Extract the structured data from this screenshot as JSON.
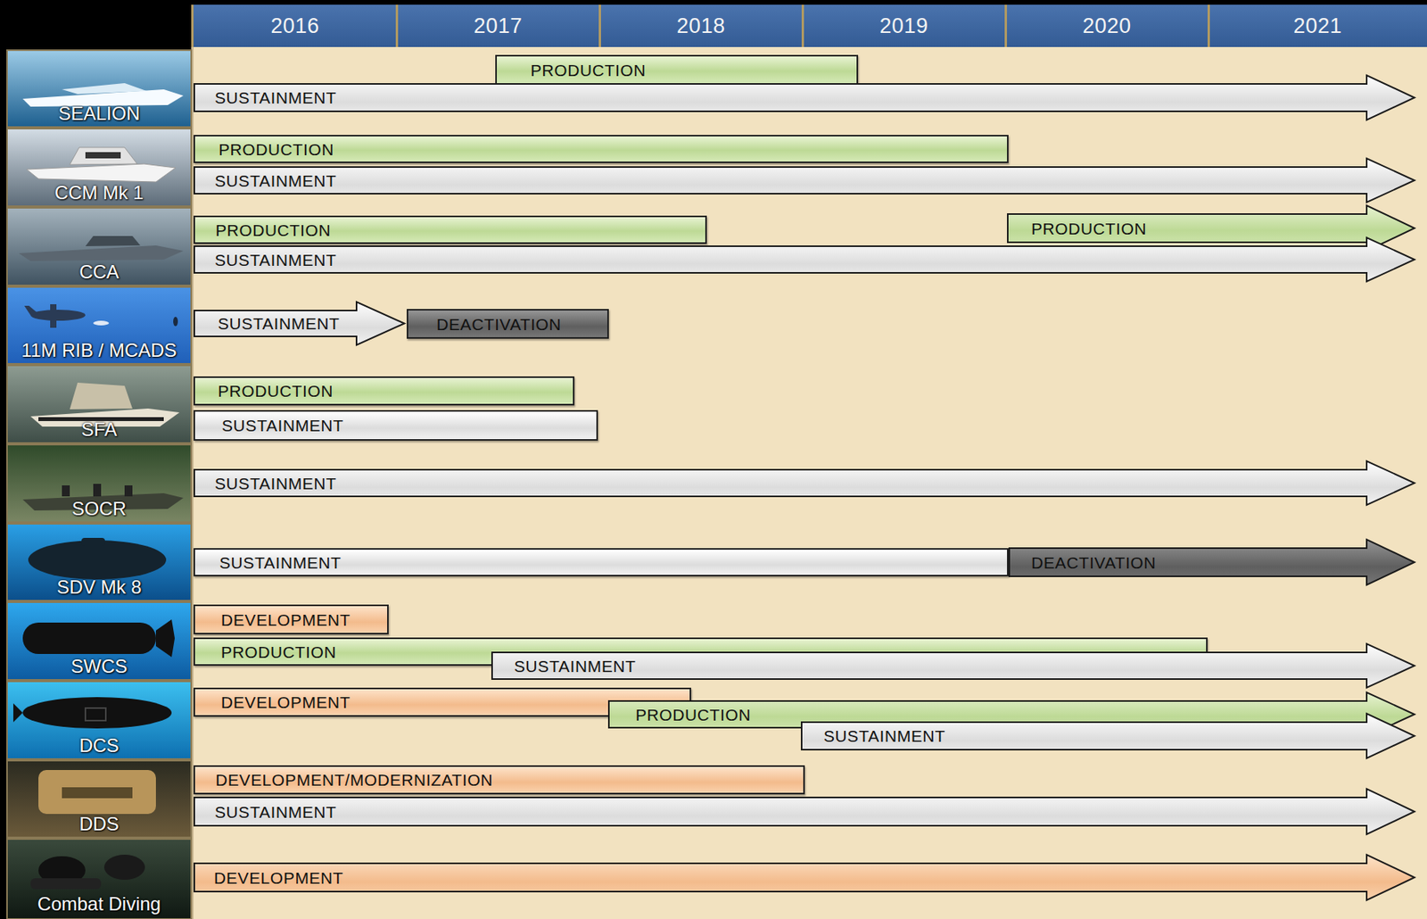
{
  "diagram": {
    "nodes": [
      {
        "text": [
          "PRODUCTION"
        ]
      },
      {
        "text": [
          "SUSTAINMENT"
        ]
      },
      {
        "text": [
          "PRODUCTION"
        ]
      },
      {
        "text": [
          "SUSTAINMENT"
        ]
      },
      {
        "text": [
          "PRODUCTION"
        ]
      },
      {
        "text": [
          "PRODUCTION"
        ]
      },
      {
        "text": [
          "SUSTAINMENT"
        ]
      },
      {
        "text": [
          "SUSTAINMENT"
        ]
      },
      {
        "text": [
          "DEACTIVATION"
        ]
      },
      {
        "text": [
          "PRODUCTION"
        ]
      },
      {
        "text": [
          "SUSTAINMENT"
        ]
      },
      {
        "text": [
          "SUSTAINMENT"
        ]
      },
      {
        "text": [
          "SUSTAINMENT"
        ]
      },
      {
        "text": [
          "DEACTIVATION"
        ]
      },
      {
        "text": [
          "DEVELOPMENT"
        ]
      },
      {
        "text": [
          "PRODUCTION"
        ]
      },
      {
        "text": [
          "SUSTAINMENT"
        ]
      },
      {
        "text": [
          "DEVELOPMENT"
        ]
      },
      {
        "text": [
          "PRODUCTION"
        ]
      },
      {
        "text": [
          "SUSTAINMENT"
        ]
      },
      {
        "text": [
          "DEVELOPMENT/MODERNIZATION"
        ]
      },
      {
        "text": [
          "SUSTAINMENT"
        ]
      },
      {
        "text": [
          "DEVELOPMENT"
        ]
      }
    ],
    "labels": [
      "2016",
      "2017",
      "2018",
      "2019",
      "2020",
      "2021",
      "SEALION",
      "CCM Mk 1",
      "CCA",
      "11M RIB / MCADS",
      "SFA",
      "SOCR",
      "SDV Mk 8",
      "SWCS",
      "DCS",
      "DDS",
      "Combat Diving"
    ]
  }
}
